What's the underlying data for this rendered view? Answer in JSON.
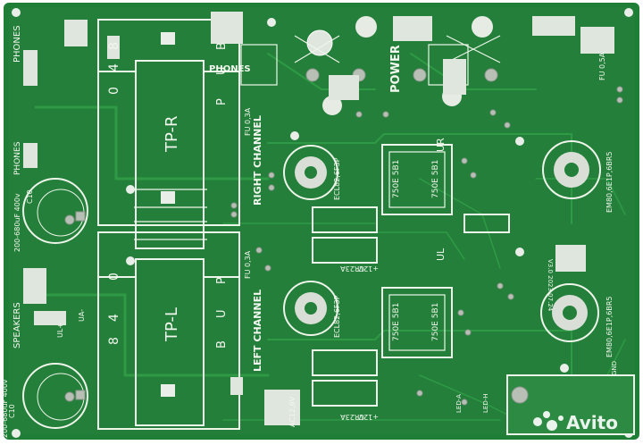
{
  "colors": {
    "board_green": "#1f7e36",
    "trace_green": "#2f9a45",
    "silkscreen": "#eef5ea",
    "pad_silver": "#b8c0b6",
    "background": "#ffffff"
  },
  "labels": {
    "phones_top": "PHONES",
    "phones_mid": "PHONES",
    "phones_center": "PHONES",
    "power": "POWER",
    "tp_r": "TP-R",
    "tp_l": "TP-L",
    "right_channel": "RIGHT CHANNEL",
    "left_channel": "LEFT CHANNEL",
    "speakers": "SPEAKERS",
    "ul_right": "UR",
    "ul_left": "UL",
    "tube_right_in": "ECL82,6F3P",
    "tube_left_in": "ECL82,6F3P",
    "tube_right_out": "EM80,6E1P,6BR5",
    "tube_left_out": "EM80,6E1P,6BR5",
    "fuse_main": "FU 0,5A",
    "fuse_right": "FU 0,3A",
    "fuse_left": "FU 0,3A",
    "cap_top": "C10",
    "cap_top_value": "200-680uF 400v",
    "cap_bottom": "C10",
    "cap_bottom_value": "200-680uF 400v",
    "xfmr_right": "750E 5B1",
    "xfmr_right2": "750E 5B1",
    "xfmr_left": "750E 5B1",
    "xfmr_left2": "750E 5B1",
    "cr23a_top": "CR23A",
    "cr23a_bottom": "CR23A",
    "plus12v_top": "+12V",
    "plus12v_bottom": "+12V",
    "ac_voltage": "AC12,6V",
    "version": "V3.0 2023.07.24",
    "gnd": "GND",
    "led_a": "LED-A",
    "led_h": "LED-H",
    "pos_8_top": "8",
    "pos_4_top": "4",
    "pos_0_top": "0",
    "pos_8_bottom": "8",
    "pos_4_bottom": "4",
    "pos_0_bottom": "0",
    "bup_top_b": "B",
    "bup_top_u": "U",
    "bup_top_p": "P",
    "bup_bottom_b": "B",
    "bup_bottom_u": "U",
    "bup_bottom_p": "P",
    "spk_ul": "UL+",
    "spk_ua": "UA-",
    "watermark": "Avito"
  }
}
